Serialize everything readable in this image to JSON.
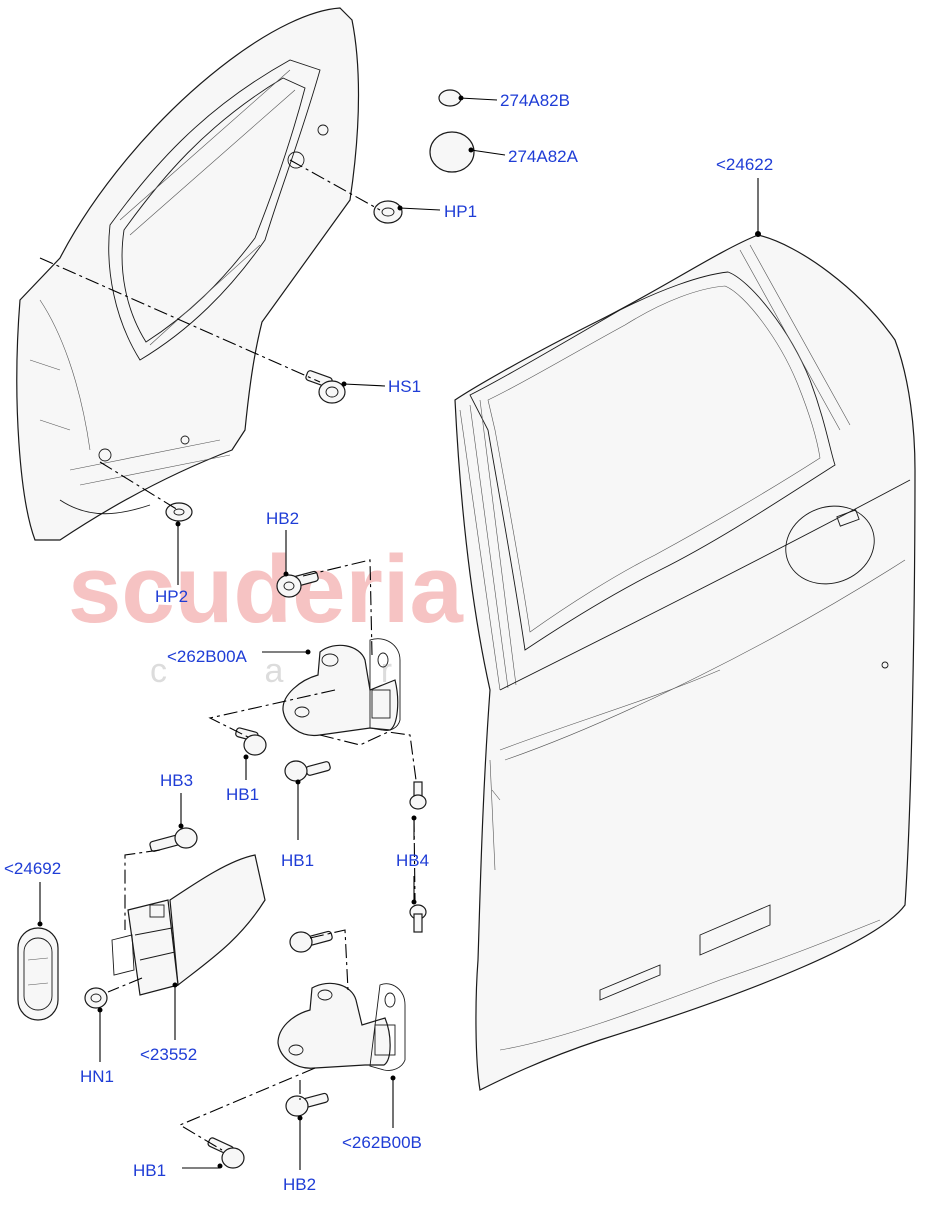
{
  "watermark": {
    "brand": "scuderia",
    "sub": "c a r p a r t s"
  },
  "labels": {
    "p_274A82B": "274A82B",
    "p_274A82A": "274A82A",
    "p_24622": "<24622",
    "p_HP1": "HP1",
    "p_HS1": "HS1",
    "p_HP2": "HP2",
    "p_HB2_top": "HB2",
    "p_262B00A": "<262B00A",
    "p_HB1_a": "HB1",
    "p_HB3": "HB3",
    "p_HB1_b": "HB1",
    "p_HB4": "HB4",
    "p_24692": "<24692",
    "p_23552": "<23552",
    "p_HN1": "HN1",
    "p_262B00B": "<262B00B",
    "p_HB1_c": "HB1",
    "p_HB2_bottom": "HB2"
  },
  "colors": {
    "label": "#1f3dd6",
    "watermark_red": "#f6c3c3",
    "watermark_grey": "#dcdcdc"
  }
}
